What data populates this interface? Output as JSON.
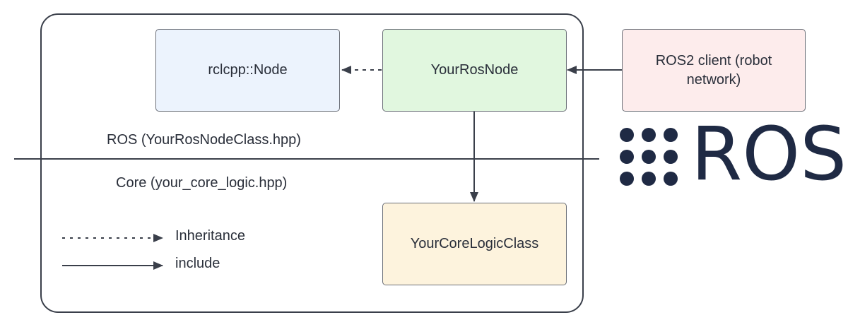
{
  "nodes": {
    "rclcpp_node": {
      "label": "rclcpp::Node",
      "fill": "#ecf3fd"
    },
    "your_ros_node": {
      "label": "YourRosNode",
      "fill": "#e1f7df"
    },
    "ros2_client": {
      "label": "ROS2 client (robot network)",
      "fill": "#fdecec"
    },
    "core_logic": {
      "label": "YourCoreLogicClass",
      "fill": "#fdf3dd"
    }
  },
  "regions": {
    "ros_label": "ROS (YourRosNodeClass.hpp)",
    "core_label": "Core (your_core_logic.hpp)"
  },
  "legend": {
    "inheritance": "Inheritance",
    "include": "include"
  },
  "logo": {
    "text": "ROS",
    "color": "#1f2a44"
  },
  "colors": {
    "stroke": "#3a3f4a"
  }
}
